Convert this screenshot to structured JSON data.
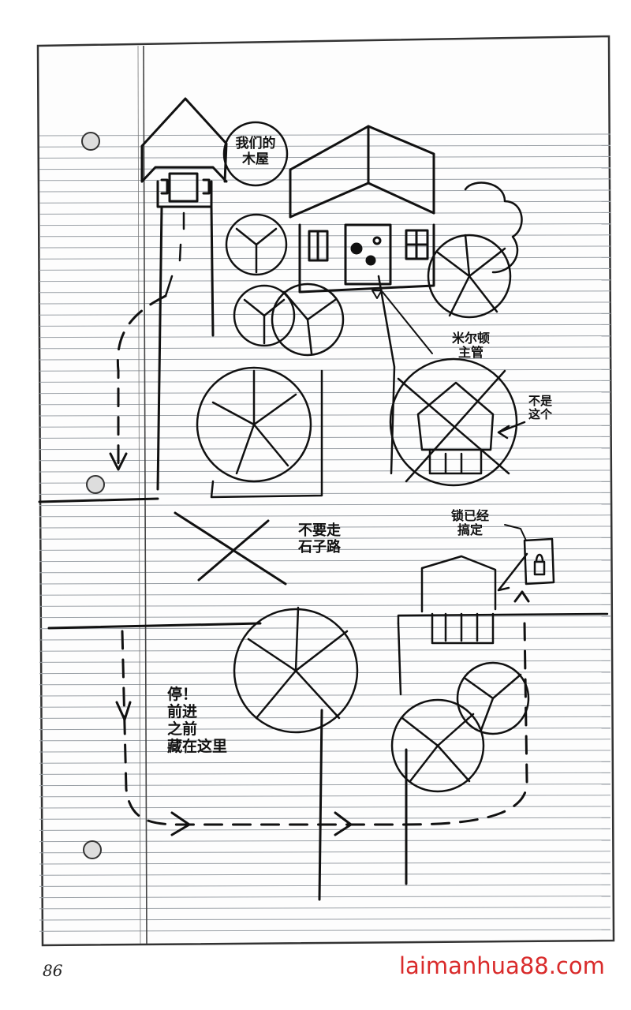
{
  "labels": {
    "cabin": [
      "我们的",
      "木屋"
    ],
    "milton": [
      "米尔顿",
      "主管"
    ],
    "not_this": [
      "不是",
      "这个"
    ],
    "lock": [
      "锁已经",
      "搞定"
    ],
    "no_stone_path": [
      "不要走",
      "石子路"
    ],
    "stop_hide": [
      "停！",
      "前进",
      "之前",
      "藏在这里"
    ]
  },
  "page_number": "86",
  "watermark": "laimanhua88.com",
  "colors": {
    "ink": "#111111",
    "rule_line": "#9aa0a6",
    "watermark": "#d92b2b"
  }
}
